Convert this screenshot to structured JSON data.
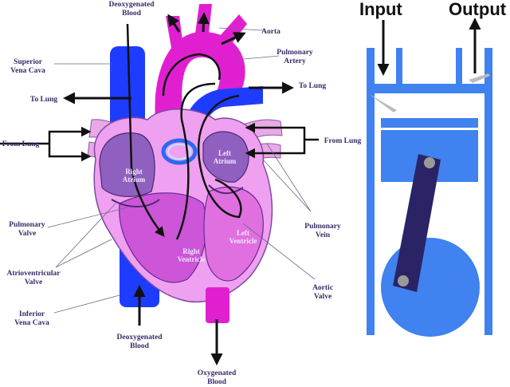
{
  "heart": {
    "labels": {
      "deoxygenated_top": [
        "Deoxygenated",
        "Blood"
      ],
      "superior_vena_cava": [
        "Superior",
        "Vena Cava"
      ],
      "to_lung_left": "To Lung",
      "from_lung_left": "From Lung",
      "pulmonary_valve": [
        "Pulmonary",
        "Valve"
      ],
      "atrioventricular_valve": [
        "Atrioventricular",
        "Valve"
      ],
      "inferior_vena_cava": [
        "Inferior",
        "Vena Cava"
      ],
      "deoxygenated_bottom": [
        "Deoxygenated",
        "Blood"
      ],
      "oxygenated": [
        "Oxygenated",
        "Blood"
      ],
      "aorta": "Aorta",
      "pulmonary_artery": [
        "Pulmonary",
        "Artery"
      ],
      "to_lung_right": "To Lung",
      "from_lung_right": "From Lung",
      "pulmonary_vein": [
        "Pulmonary",
        "Vein"
      ],
      "aortic_valve": [
        "Aortic",
        "Valve"
      ],
      "right_atrium": [
        "Right",
        "Atrium"
      ],
      "left_atrium": [
        "Left",
        "Atrium"
      ],
      "right_ventricle": [
        "Right",
        "Ventricle"
      ],
      "left_ventricle": [
        "Left",
        "Ventricle"
      ]
    }
  },
  "pump": {
    "input_label": "Input",
    "output_label": "Output"
  },
  "colors": {
    "vein_blue": "#1e3cff",
    "artery_magenta": "#e020d0",
    "heart_pink": "#f0a0f0",
    "heart_purple": "#9060c0",
    "pump_blue": "#3f82f0",
    "crank_navy": "#2a2466",
    "arrow_black": "#111111"
  }
}
